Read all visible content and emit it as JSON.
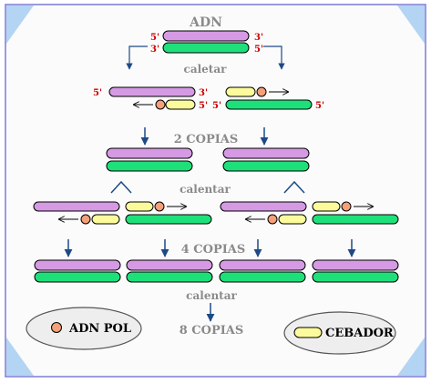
{
  "title": "ADN",
  "steps": {
    "heat1": "caletar",
    "copies2": "2 COPIAS",
    "heat2": "calentar",
    "copies4": "4 COPIAS",
    "heat3": "calentar",
    "copies8": "8 COPIAS"
  },
  "ends": {
    "five": "5'",
    "three": "3'"
  },
  "legend": {
    "polymerase": "ADN POL",
    "primer": "CEBADOR"
  },
  "colors": {
    "border": "#7b7bd6",
    "corner": "#b3d4f3",
    "background": "#fbfbfb",
    "top_strand": "#d59ae3",
    "bottom_strand": "#1ee07a",
    "primer": "#fbfb9c",
    "polymerase": "#f5a07a",
    "arrow": "#1d4a86",
    "step_text": "#8a8a8a",
    "end_label": "#cc0000",
    "legend_fill": "#eeeeee"
  }
}
